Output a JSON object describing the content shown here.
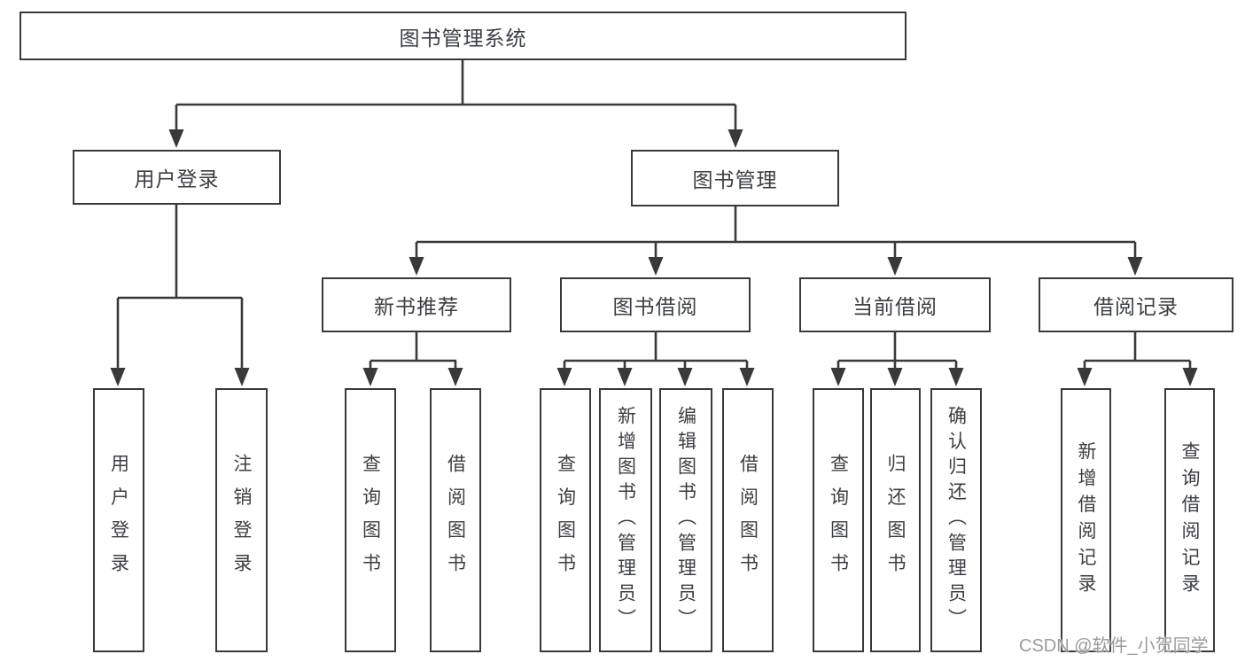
{
  "nodes": {
    "root": "图书管理系统",
    "user_login": {
      "label": "用户登录",
      "children": [
        "用户登录",
        "注销登录"
      ]
    },
    "book_management": {
      "label": "图书管理",
      "sections": [
        {
          "label": "新书推荐",
          "children": [
            "查询图书",
            "借阅图书"
          ]
        },
        {
          "label": "图书借阅",
          "children": [
            "查询图书",
            "新增图书（管理员）",
            "编辑图书（管理员）",
            "借阅图书"
          ]
        },
        {
          "label": "当前借阅",
          "children": [
            "查询图书",
            "归还图书",
            "确认归还（管理员）"
          ]
        },
        {
          "label": "借阅记录",
          "children": [
            "新增借阅记录",
            "查询借阅记录"
          ]
        }
      ]
    }
  },
  "watermark": "CSDN @软件_小贺同学",
  "colors": {
    "line": "#39393b",
    "text": "#3b3e42",
    "watermark": "#9b9b9b",
    "background": "#ffffff"
  }
}
